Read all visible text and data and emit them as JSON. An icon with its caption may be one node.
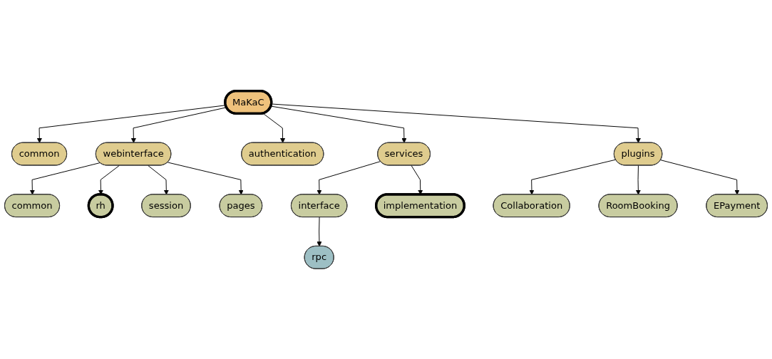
{
  "diagram": {
    "nodes": [
      {
        "text": [
          "MaKaC"
        ]
      },
      {
        "text": [
          "common"
        ]
      },
      {
        "text": [
          "services"
        ]
      },
      {
        "text": [
          "authentication"
        ]
      },
      {
        "text": [
          "webinterface"
        ]
      },
      {
        "text": [
          "common"
        ]
      },
      {
        "text": [
          "rh"
        ]
      },
      {
        "text": [
          "session"
        ]
      },
      {
        "text": [
          "pages"
        ]
      },
      {
        "text": [
          "interface"
        ]
      },
      {
        "text": [
          "implementation"
        ]
      },
      {
        "text": [
          "plugins"
        ]
      },
      {
        "text": [
          "rpc"
        ]
      },
      {
        "text": [
          "Collaboration"
        ]
      },
      {
        "text": [
          "RoomBooking"
        ]
      },
      {
        "text": [
          "EPayment"
        ]
      }
    ],
    "edges": [
      {
        "from": 0,
        "to": 1,
        "arrow": "to"
      },
      {
        "from": 0,
        "to": 4,
        "arrow": "to"
      },
      {
        "from": 0,
        "to": 2,
        "arrow": "to"
      },
      {
        "from": 0,
        "to": 3,
        "arrow": "to"
      },
      {
        "from": 0,
        "to": 11,
        "arrow": "to"
      },
      {
        "from": 2,
        "to": 9,
        "arrow": "to"
      },
      {
        "from": 2,
        "to": 10,
        "arrow": "to"
      },
      {
        "from": 9,
        "to": 12,
        "arrow": "to"
      },
      {
        "from": 4,
        "to": 5,
        "arrow": "to"
      },
      {
        "from": 4,
        "to": 6,
        "arrow": "to"
      },
      {
        "from": 4,
        "to": 7,
        "arrow": "to"
      },
      {
        "from": 4,
        "to": 8,
        "arrow": "to"
      },
      {
        "from": 11,
        "to": 13,
        "arrow": "to"
      },
      {
        "from": 11,
        "to": 14,
        "arrow": "to"
      },
      {
        "from": 11,
        "to": 15,
        "arrow": "to"
      }
    ]
  }
}
